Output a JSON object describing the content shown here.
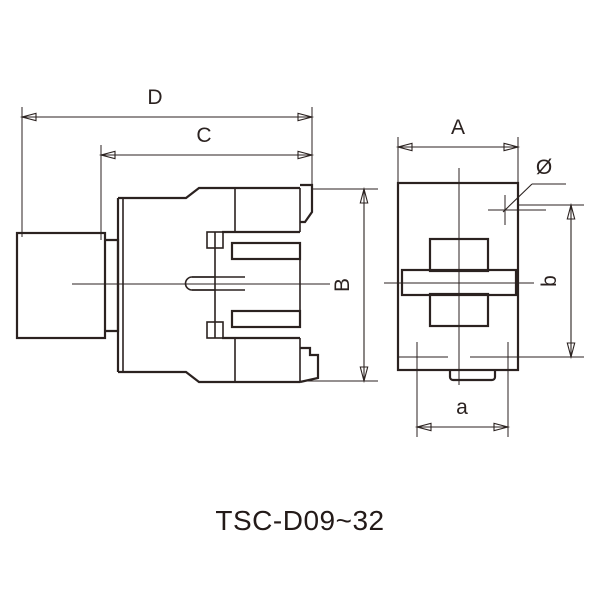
{
  "drawing": {
    "caption": "TSC-D09~32",
    "line_color": "#2b2220",
    "background_color": "#ffffff",
    "view_count": 2,
    "dimensions": {
      "D": "D",
      "C": "C",
      "B": "B",
      "A": "A",
      "a": "a",
      "b": "b",
      "diameter": "Ø"
    },
    "labels": {
      "d_label": "D",
      "c_label": "C",
      "b_label_side": "B",
      "a_label_top": "A",
      "a_label_bottom": "a",
      "b_label_right": "b",
      "diameter_label": "Ø"
    },
    "views": {
      "side_view_name": "side-elevation",
      "front_view_name": "front-elevation"
    }
  }
}
